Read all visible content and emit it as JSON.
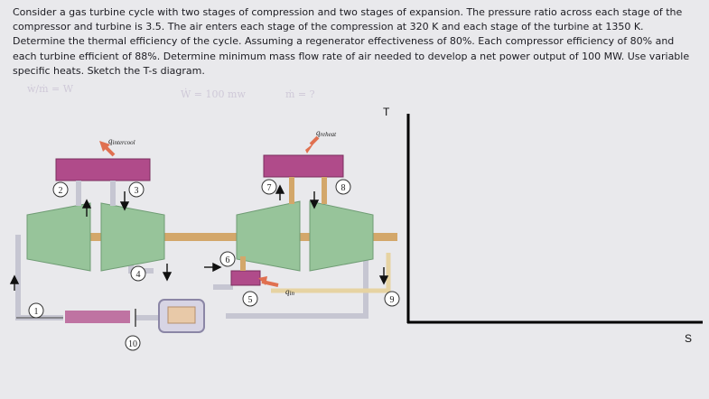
{
  "problem": {
    "text": "Consider a gas turbine cycle with two stages of compression and two stages of expansion. The pressure ratio across each stage of the compressor and turbine is 3.5. The air enters each stage of the compression at 320 K and each stage of the turbine at 1350 K. Determine the thermal efficiency of the cycle. Assuming a regenerator effectiveness of 80%. Each compressor efficiency of 80% and each turbine efficient of 88%. Determine minimum mass flow rate of air needed to develop a net power output of 100 MW. Use variable specific heats. Sketch the T-s diagram."
  },
  "handwriting": {
    "ratio": "ẇ/ṁ = W",
    "given": "Ẇ = 100 mw",
    "unknown": "ṁ = ?"
  },
  "diagram": {
    "q_intercool": "q",
    "q_intercool_sub": "intercool",
    "q_reheat": "q",
    "q_reheat_sub": "reheat",
    "q_in": "q",
    "q_in_sub": "in",
    "states": [
      "1",
      "2",
      "3",
      "4",
      "5",
      "6",
      "7",
      "8",
      "9",
      "10"
    ]
  },
  "ts_diagram": {
    "t_label": "T",
    "s_label": "S"
  },
  "colors": {
    "compressor": "#97c49a",
    "heat_exchanger": "#b04b8a",
    "shaft": "#d3a76a",
    "pipe": "#c6c6d2",
    "heat_arrow": "#e07050"
  }
}
